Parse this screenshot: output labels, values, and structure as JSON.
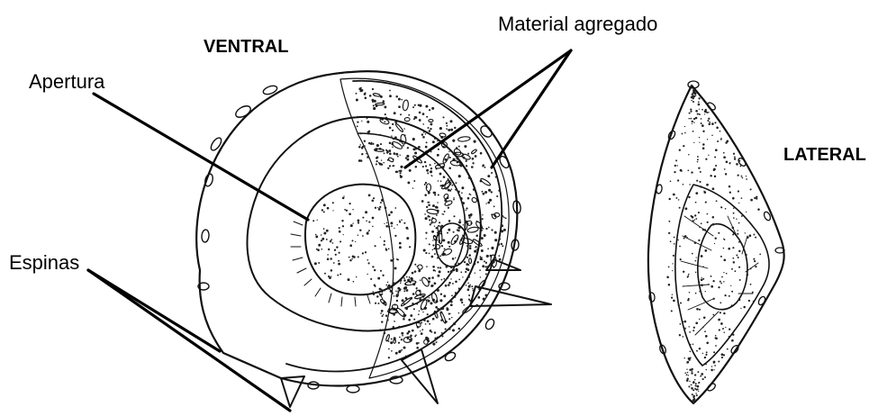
{
  "labels": {
    "ventral": "VENTRAL",
    "lateral": "LATERAL",
    "material": "Material agregado",
    "apertura": "Apertura",
    "espinas": "Espinas"
  },
  "colors": {
    "ink": "#111111",
    "background": "#ffffff"
  }
}
